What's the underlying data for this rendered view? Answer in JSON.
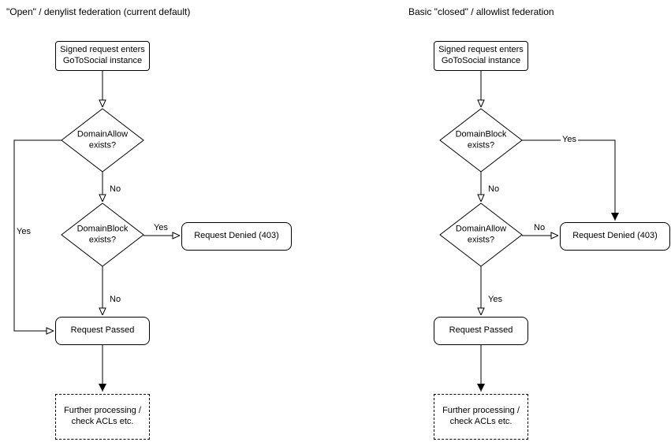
{
  "left": {
    "title": "\"Open\" / denylist federation (current default)",
    "nodes": {
      "start": "Signed request enters GoToSocial instance",
      "allow_decision": "DomainAllow exists?",
      "block_decision": "DomainBlock exists?",
      "denied": "Request Denied (403)",
      "passed": "Request Passed",
      "further": "Further processing / check ACLs etc."
    },
    "labels": {
      "allow_no": "No",
      "allow_yes": "Yes",
      "block_yes": "Yes",
      "block_no": "No"
    }
  },
  "right": {
    "title": "Basic \"closed\" / allowlist federation",
    "nodes": {
      "start": "Signed request enters GoToSocial instance",
      "block_decision": "DomainBlock exists?",
      "allow_decision": "DomainAllow exists?",
      "denied": "Request Denied (403)",
      "passed": "Request Passed",
      "further": "Further processing / check ACLs etc."
    },
    "labels": {
      "block_yes": "Yes",
      "block_no": "No",
      "allow_no": "No",
      "allow_yes": "Yes"
    }
  }
}
